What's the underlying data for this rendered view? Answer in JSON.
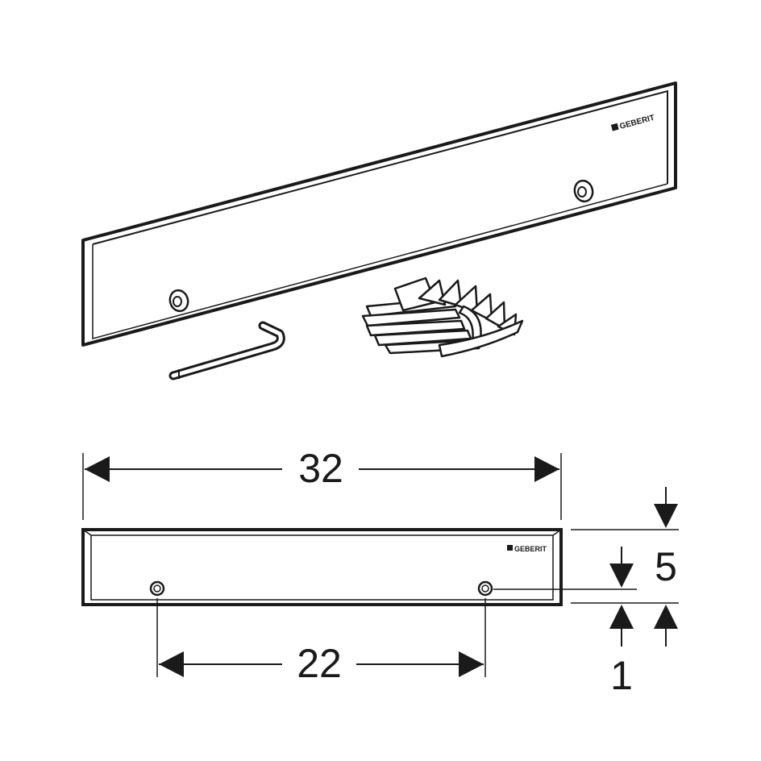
{
  "brand": {
    "logo_text": "GEBERIT"
  },
  "dimensions": {
    "overall_length": "32",
    "hole_spacing": "22",
    "height": "5",
    "thickness": "1"
  },
  "colors": {
    "line": "#1a1a1a",
    "background": "#ffffff"
  },
  "icons": [
    "hex-key-icon",
    "strainer-icon"
  ]
}
